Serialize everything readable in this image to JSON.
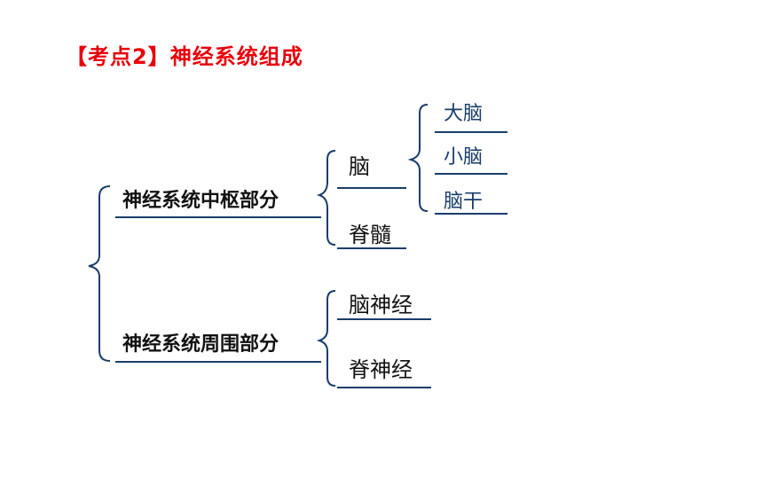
{
  "title": "【考点2】神经系统组成",
  "diagram": {
    "central": {
      "label": "神经系统中枢部分",
      "children": [
        {
          "label": "脑",
          "children": [
            "大脑",
            "小脑",
            "脑干"
          ]
        },
        {
          "label": "脊髓"
        }
      ]
    },
    "peripheral": {
      "label": "神经系统周围部分",
      "children": [
        "脑神经",
        "脊神经"
      ]
    }
  },
  "colors": {
    "title": "#e8000b",
    "lines": "#1a3d6b",
    "leaf_text": "#1a3d6b"
  }
}
